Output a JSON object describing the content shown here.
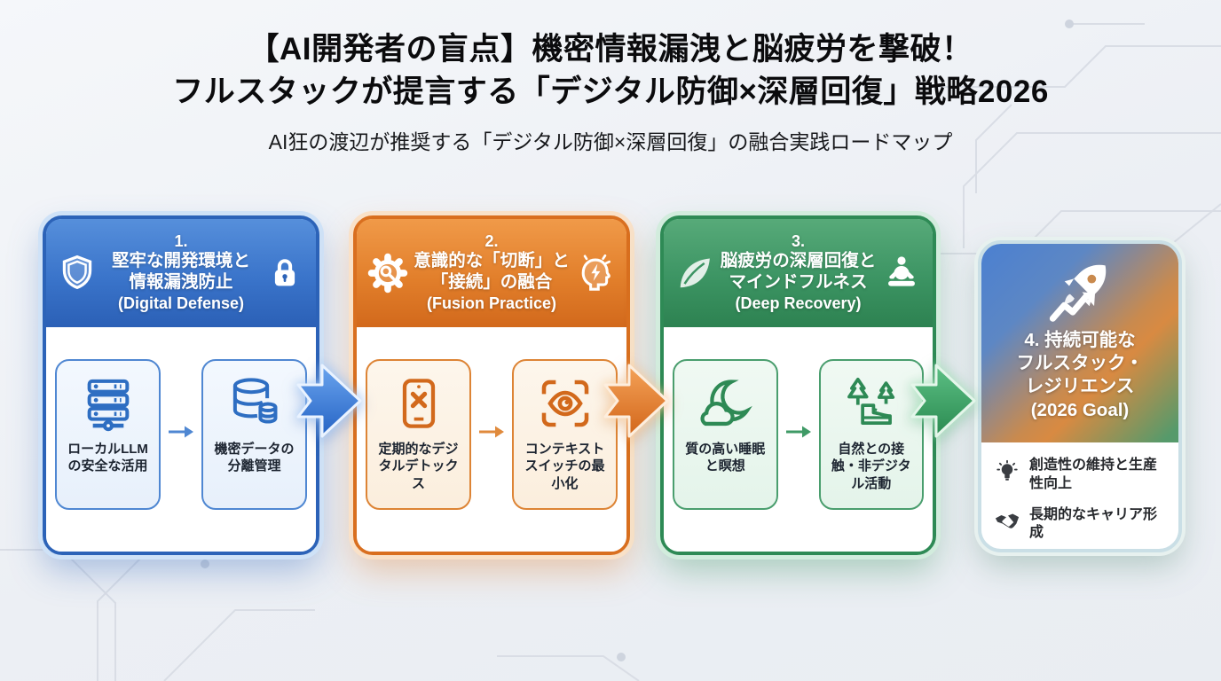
{
  "header": {
    "title_line1": "【AI開発者の盲点】機密情報漏洩と脳疲労を撃破！",
    "title_line2": "フルスタックが提言する「デジタル防御×深層回復」戦略2026",
    "subtitle": "AI狂の渡辺が推奨する「デジタル防御×深層回復」の融合実践ロードマップ"
  },
  "steps": [
    {
      "number": "1.",
      "title_line1": "堅牢な開発環境と",
      "title_line2": "情報漏洩防止",
      "subtitle_en": "(Digital Defense)",
      "accent": "#2c63b8",
      "left_icon": "shield-icon",
      "right_icon": "lock-icon",
      "items": [
        {
          "icon": "server-icon",
          "label": "ローカルLLMの安全な活用"
        },
        {
          "icon": "database-icon",
          "label": "機密データの分離管理"
        }
      ]
    },
    {
      "number": "2.",
      "title_line1": "意識的な「切断」と",
      "title_line2": "「接続」の融合",
      "subtitle_en": "(Fusion Practice)",
      "accent": "#d96f1f",
      "left_icon": "gear-icon",
      "right_icon": "head-lightning-icon",
      "items": [
        {
          "icon": "phone-x-icon",
          "label": "定期的なデジタルデトックス"
        },
        {
          "icon": "eye-scan-icon",
          "label": "コンテキストスイッチの最小化"
        }
      ]
    },
    {
      "number": "3.",
      "title_line1": "脳疲労の深層回復と",
      "title_line2": "マインドフルネス",
      "subtitle_en": "(Deep Recovery)",
      "accent": "#2e8a55",
      "left_icon": "leaf-icon",
      "right_icon": "meditation-icon",
      "items": [
        {
          "icon": "moon-cloud-icon",
          "label": "質の高い睡眠と瞑想"
        },
        {
          "icon": "trees-boot-icon",
          "label": "自然との接触・非デジタル活動"
        }
      ]
    }
  ],
  "goal": {
    "icon": "rocket-growth-icon",
    "title_line1": "4. 持続可能な",
    "title_line2": "フルスタック・",
    "title_line3": "レジリエンス",
    "subtitle_en": "(2026 Goal)",
    "gradient": [
      "#4b80d1",
      "#d88a42",
      "#4d9b66"
    ],
    "items": [
      {
        "icon": "lightbulb-icon",
        "label": "創造性の維持と生産性向上"
      },
      {
        "icon": "handshake-icon",
        "label": "長期的なキャリア形成"
      }
    ]
  },
  "flow_arrows": [
    {
      "name": "arrow-step1-to-step2",
      "color": "#3b82e0"
    },
    {
      "name": "arrow-step2-to-step3",
      "color": "#e8832e"
    },
    {
      "name": "arrow-step3-to-goal",
      "color": "#3aa65e"
    }
  ]
}
